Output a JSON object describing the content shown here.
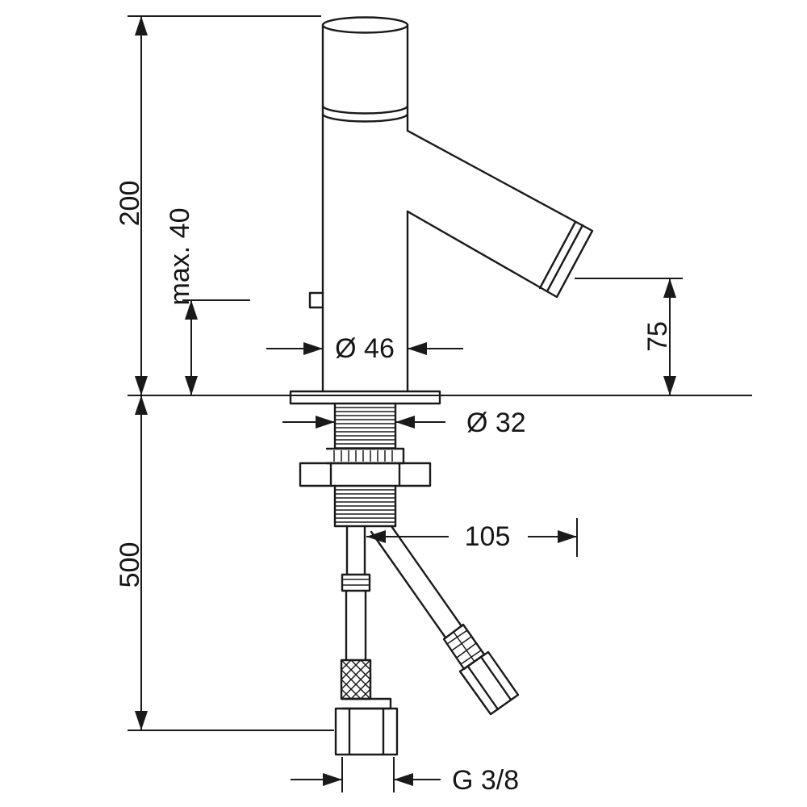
{
  "drawing": {
    "title": "Basin mixer installation dimension drawing",
    "background": "#ffffff",
    "line_color": "#1a1a1a",
    "labels": {
      "overall_height": "200",
      "max_mounting": "max. 40",
      "body_diameter": "Ø 46",
      "shank_diameter": "Ø 32",
      "spout_height": "75",
      "spout_reach": "105",
      "hose_length": "500",
      "connection_thread": "G 3/8"
    }
  }
}
